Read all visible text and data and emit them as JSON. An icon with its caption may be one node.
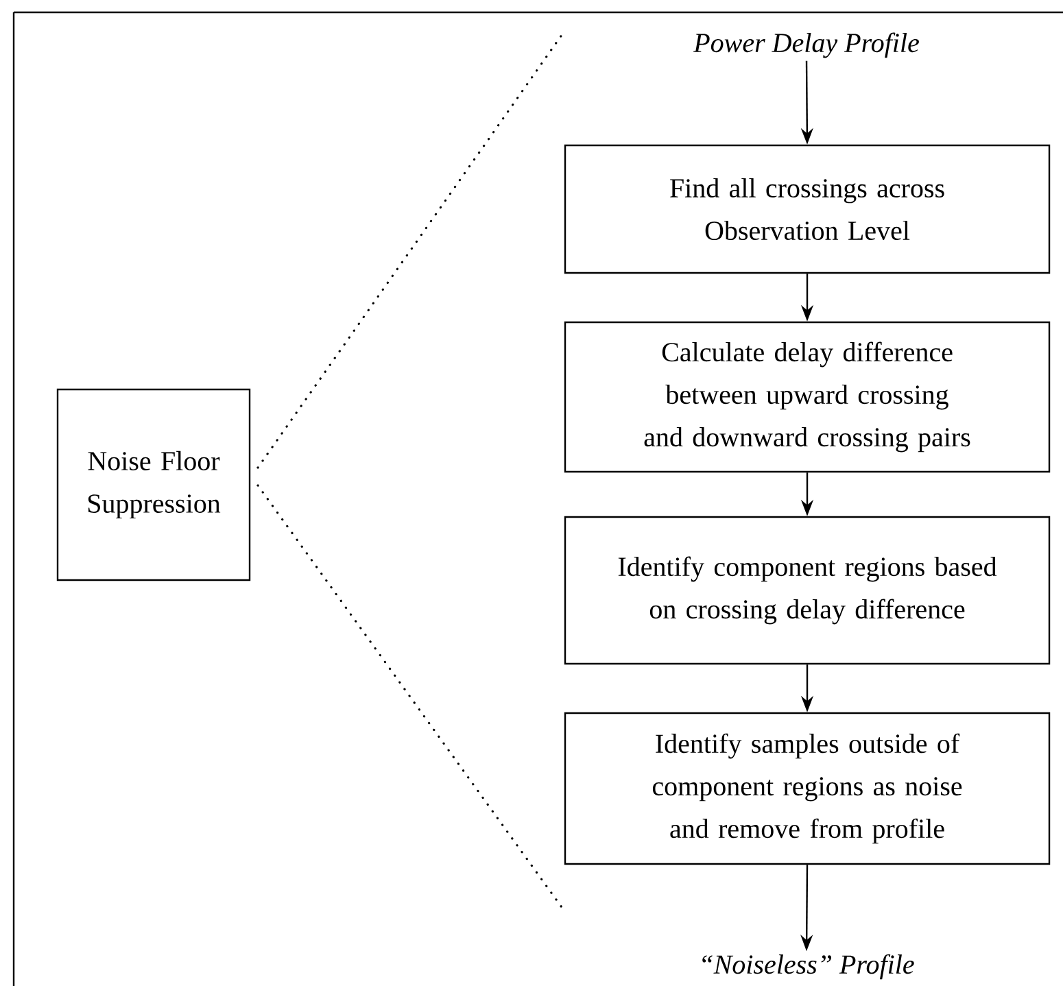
{
  "diagram": {
    "nodes": [
      {
        "text": [
          "Noise Floor Suppression"
        ]
      },
      {
        "text": [
          "Power Delay Profile"
        ]
      },
      {
        "text": [
          "Find all crossings across Observation Level"
        ]
      },
      {
        "text": [
          "Calculate delay difference between upward crossing and downward crossing pairs"
        ]
      },
      {
        "text": [
          "Identify component regions based on crossing delay difference"
        ]
      },
      {
        "text": [
          "Identify samples outside of component regions as noise and remove from profile"
        ]
      },
      {
        "text": [
          "“Noiseless” Profile"
        ]
      }
    ],
    "edges": [
      {
        "from": 1,
        "to": 2,
        "arrow": "to"
      },
      {
        "from": 2,
        "to": 3,
        "arrow": "to"
      },
      {
        "from": 3,
        "to": 4,
        "arrow": "to"
      },
      {
        "from": 4,
        "to": 5,
        "arrow": "to"
      },
      {
        "from": 5,
        "to": 6,
        "arrow": "to"
      }
    ]
  }
}
